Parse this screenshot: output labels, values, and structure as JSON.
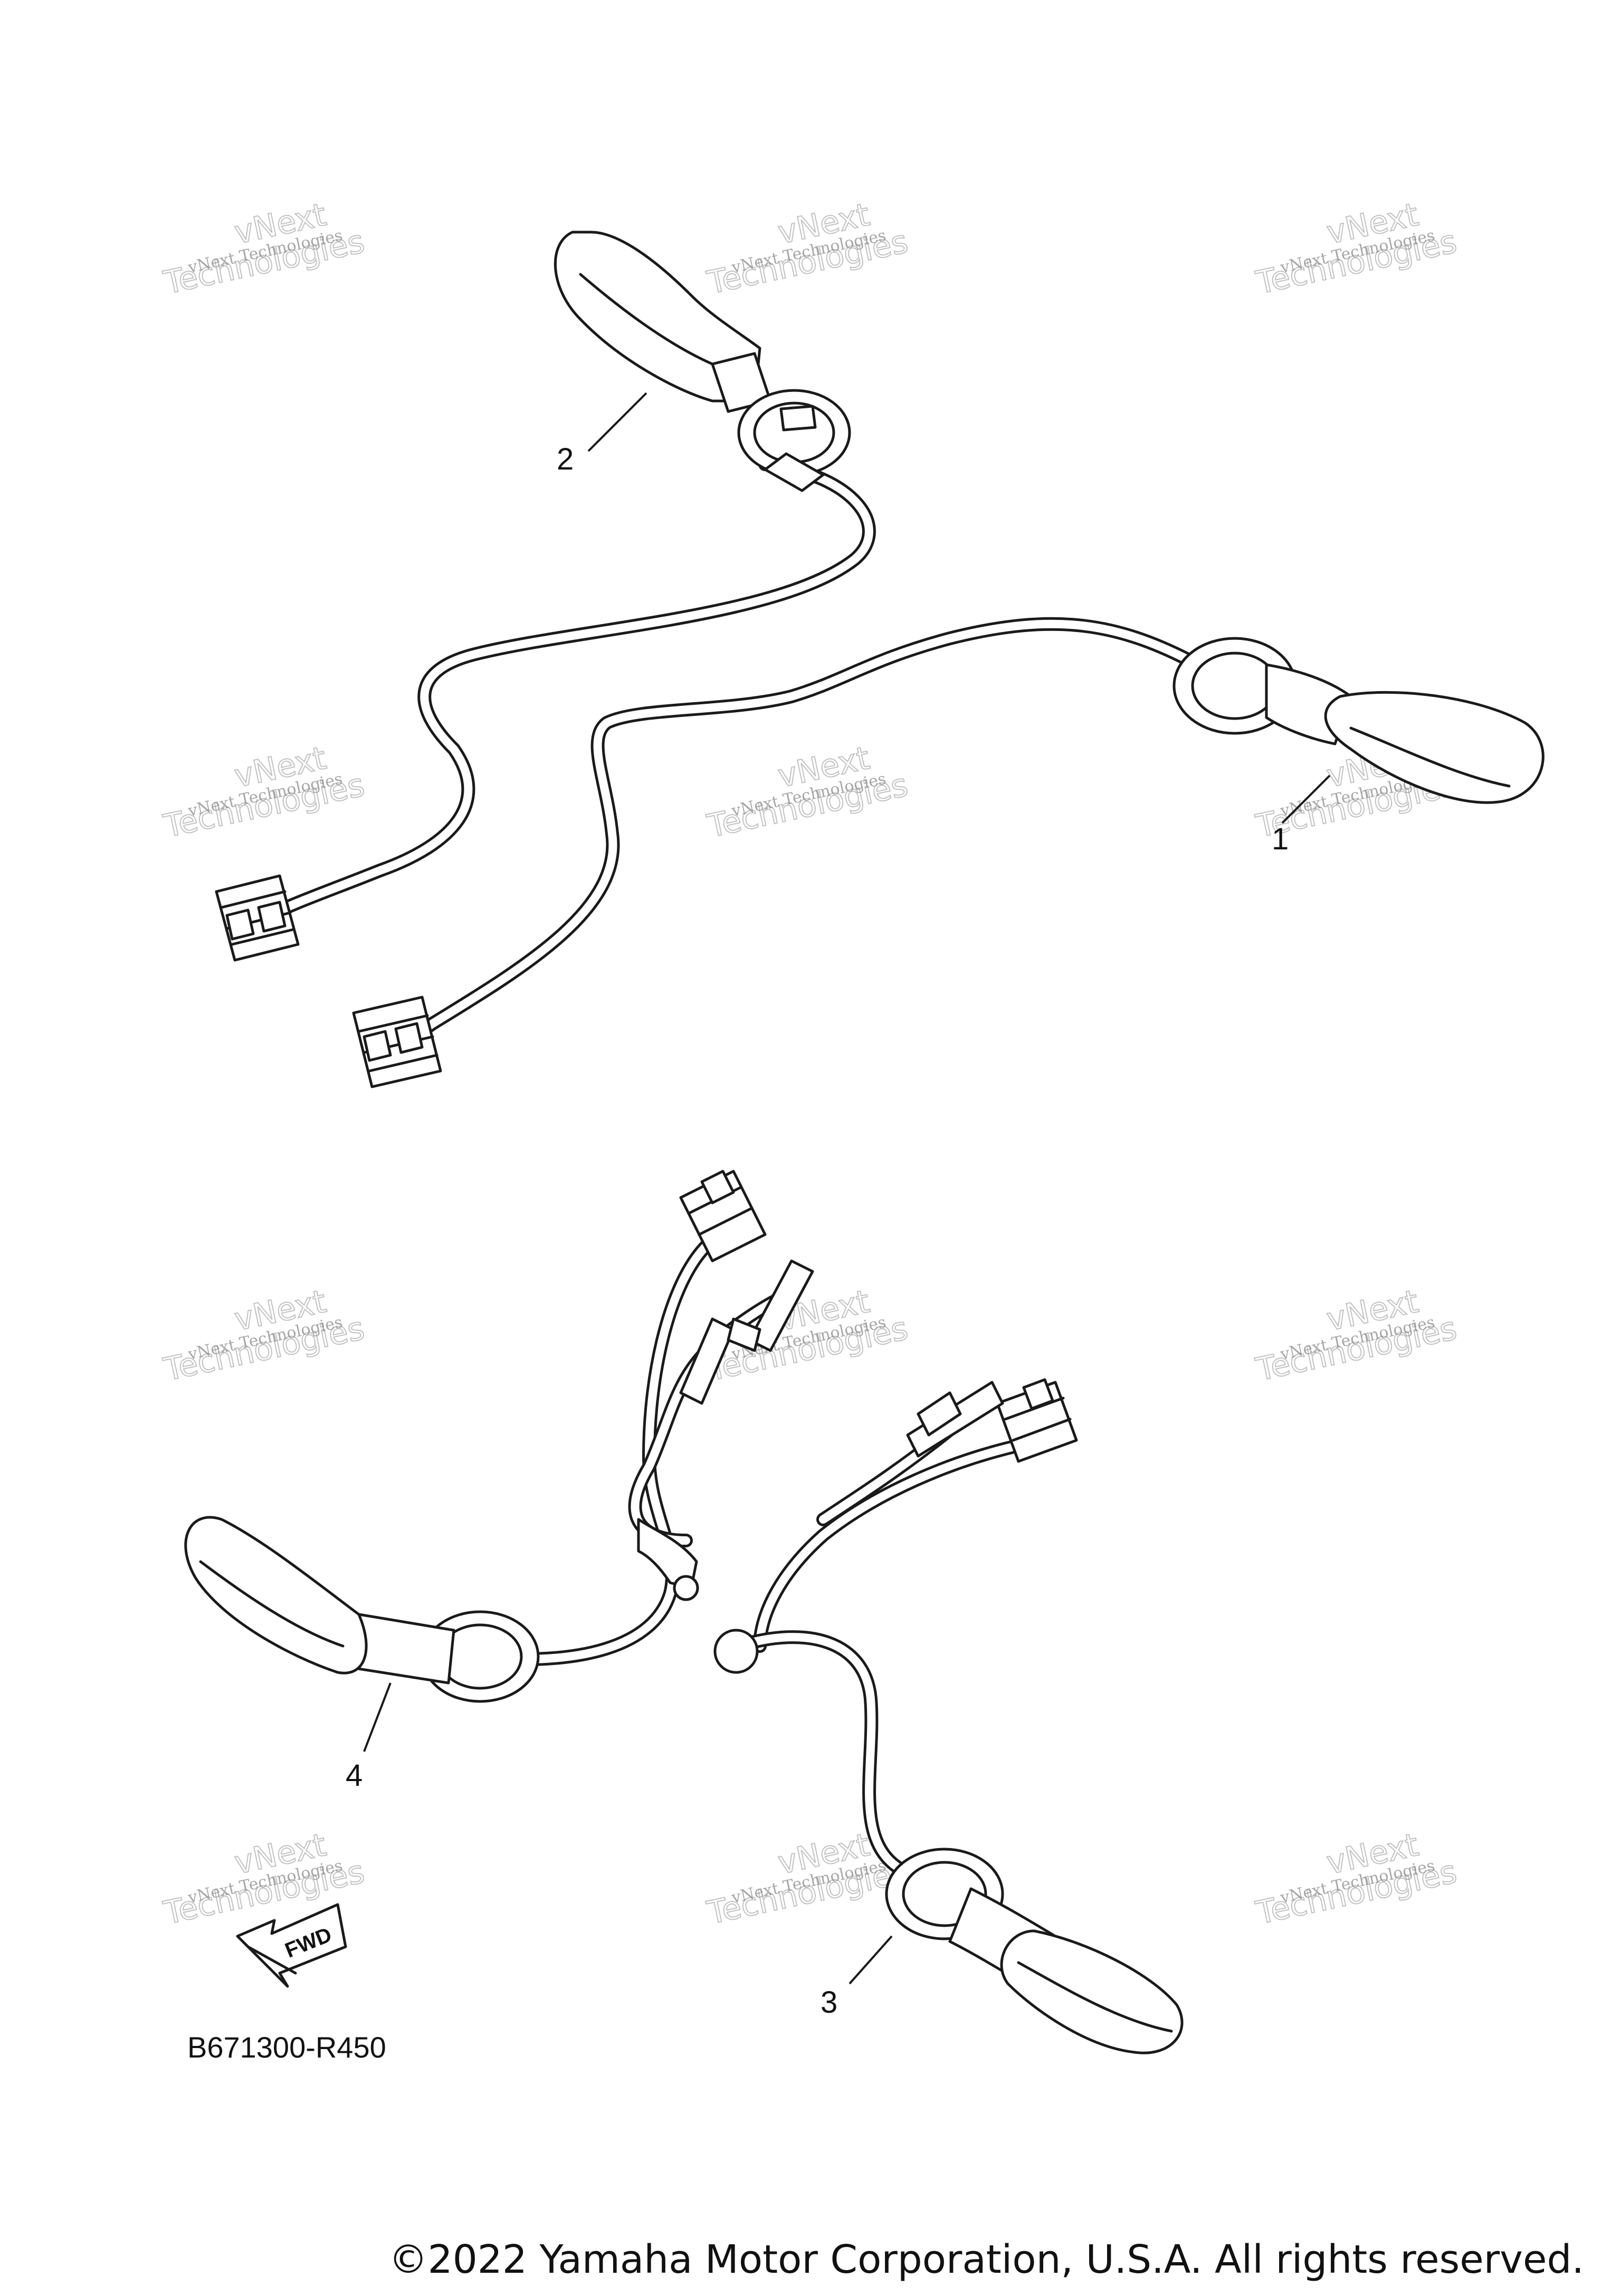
{
  "callouts": [
    {
      "id": "1",
      "label": "1"
    },
    {
      "id": "2",
      "label": "2"
    },
    {
      "id": "3",
      "label": "3"
    },
    {
      "id": "4",
      "label": "4"
    }
  ],
  "diagram_code": "B671300-R450",
  "direction_arrow": {
    "label": "FWD",
    "icon": "fwd-arrow-icon"
  },
  "watermark": {
    "line_small": "vNext Technologies",
    "line_big": "Technologies",
    "overlay": "vNext"
  },
  "copyright": "©2022 Yamaha Motor Corporation, U.S.A. All rights reserved.",
  "colors": {
    "ink": "#1a1a1a",
    "watermark": "#8a8a8a",
    "background": "#ffffff"
  }
}
